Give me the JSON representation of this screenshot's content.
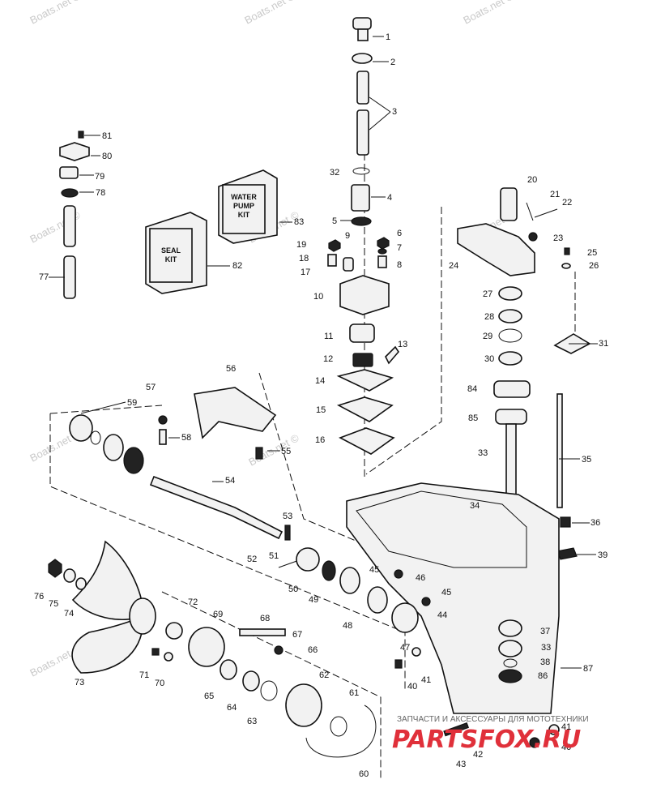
{
  "watermarks": [
    "Boats.net ©",
    "Boats.net ©",
    "Boats.net ©",
    "Boats.net ©",
    "Boats.net ©",
    "Boats.net ©",
    "Boats.net ©",
    "Boats.net ©",
    "Boats.net ©"
  ],
  "kits": {
    "water_pump": "WATER PUMP KIT",
    "seal": "SEAL KIT"
  },
  "brand": {
    "tagline": "ЗАПЧАСТИ И АКСЕССУАРЫ ДЛЯ МОТОТЕХНИКИ",
    "logo": "PARTSFOX.RU"
  },
  "callouts": [
    "1",
    "2",
    "3",
    "4",
    "5",
    "6",
    "7",
    "8",
    "9",
    "10",
    "11",
    "12",
    "13",
    "14",
    "15",
    "16",
    "17",
    "18",
    "19",
    "20",
    "21",
    "22",
    "23",
    "24",
    "25",
    "26",
    "27",
    "28",
    "29",
    "30",
    "31",
    "32",
    "33",
    "33",
    "33",
    "34",
    "35",
    "36",
    "37",
    "38",
    "39",
    "40",
    "40",
    "41",
    "41",
    "42",
    "43",
    "44",
    "45",
    "45",
    "46",
    "47",
    "48",
    "49",
    "50",
    "51",
    "52",
    "53",
    "54",
    "55",
    "56",
    "57",
    "58",
    "59",
    "60",
    "61",
    "62",
    "63",
    "64",
    "65",
    "66",
    "67",
    "68",
    "69",
    "70",
    "71",
    "72",
    "73",
    "74",
    "75",
    "76",
    "77",
    "78",
    "79",
    "80",
    "81",
    "82",
    "83",
    "84",
    "85",
    "86",
    "87"
  ]
}
